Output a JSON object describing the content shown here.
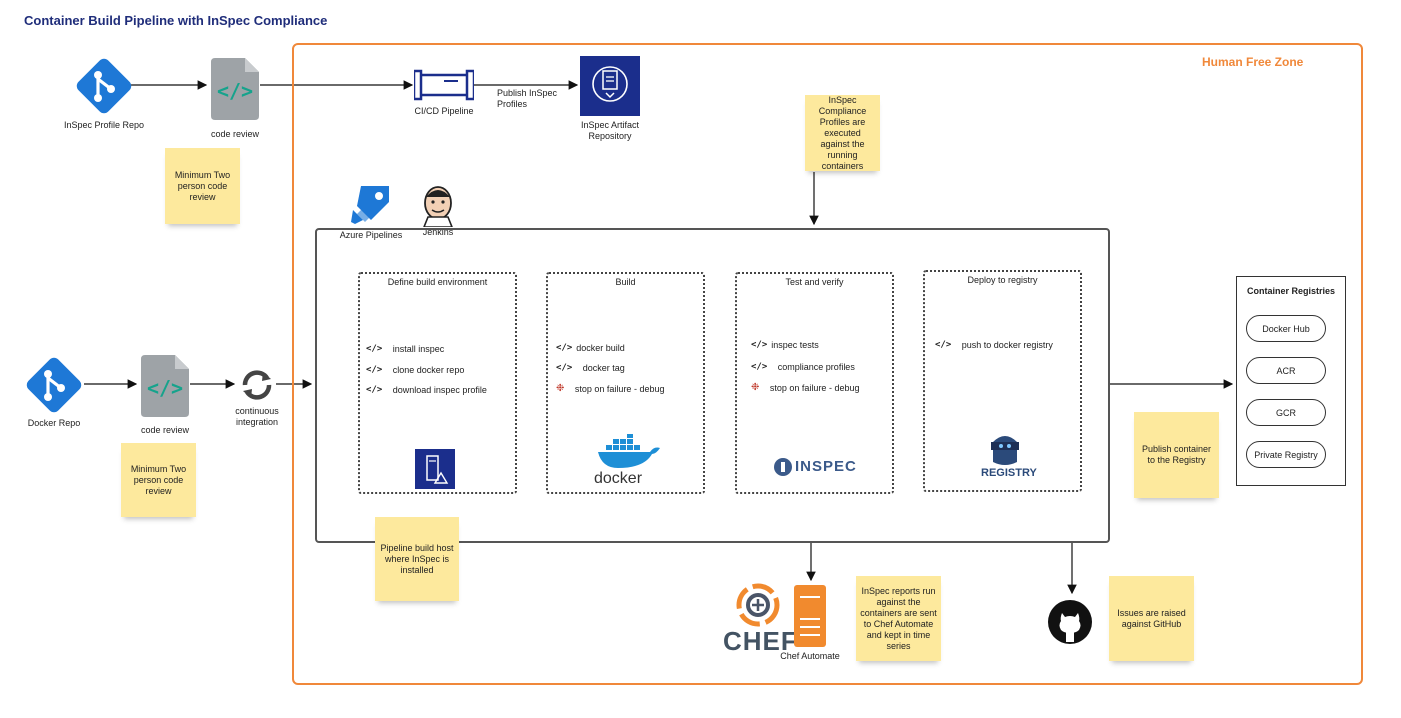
{
  "title": "Container Build Pipeline with InSpec Compliance",
  "zone_label": "Human Free Zone",
  "top_flow": {
    "git_label": "InSpec Profile Repo",
    "code_review": "code review",
    "cicd": "CI/CD Pipeline",
    "publish": "Publish InSpec Profiles",
    "artifact": "InSpec Artifact Repository",
    "note_review": "Minimum Two person code review",
    "note_compliance": "InSpec Compliance Profiles are executed against the running containers"
  },
  "bottom_flow": {
    "git_label": "Docker Repo",
    "code_review": "code review",
    "ci": "continuous integration",
    "note_review": "Minimum Two person code review"
  },
  "tools": {
    "azure": "Azure Pipelines",
    "jenkins": "Jenkins"
  },
  "stages": [
    {
      "title": "Define build environment",
      "steps": [
        "install inspec",
        "clone docker repo",
        "download inspec profile"
      ]
    },
    {
      "title": "Build",
      "steps": [
        "docker build",
        "docker tag",
        "stop on failure - debug"
      ]
    },
    {
      "title": "Test and verify",
      "steps": [
        "inspec tests",
        "compliance profiles",
        "stop on failure - debug"
      ]
    },
    {
      "title": "Deploy to registry",
      "steps": [
        "push to docker registry"
      ]
    }
  ],
  "logos": {
    "docker": "docker",
    "inspec": "INSPEC",
    "registry": "REGISTRY",
    "chef": "CHEF",
    "chef_automate": "Chef Automate"
  },
  "notes": {
    "pipeline_host": "Pipeline build host where InSpec is installed",
    "publish": "Publish container to the Registry",
    "reports": "InSpec reports run against the containers are sent to Chef Automate and kept in time series",
    "issues": "Issues are raised against GitHub"
  },
  "registries": {
    "title": "Container Registries",
    "items": [
      "Docker Hub",
      "ACR",
      "GCR",
      "Private Registry"
    ]
  },
  "colors": {
    "accent": "#f0883a",
    "title": "#1f2d7a",
    "git": "#1e78d6",
    "note": "#fde99d"
  }
}
